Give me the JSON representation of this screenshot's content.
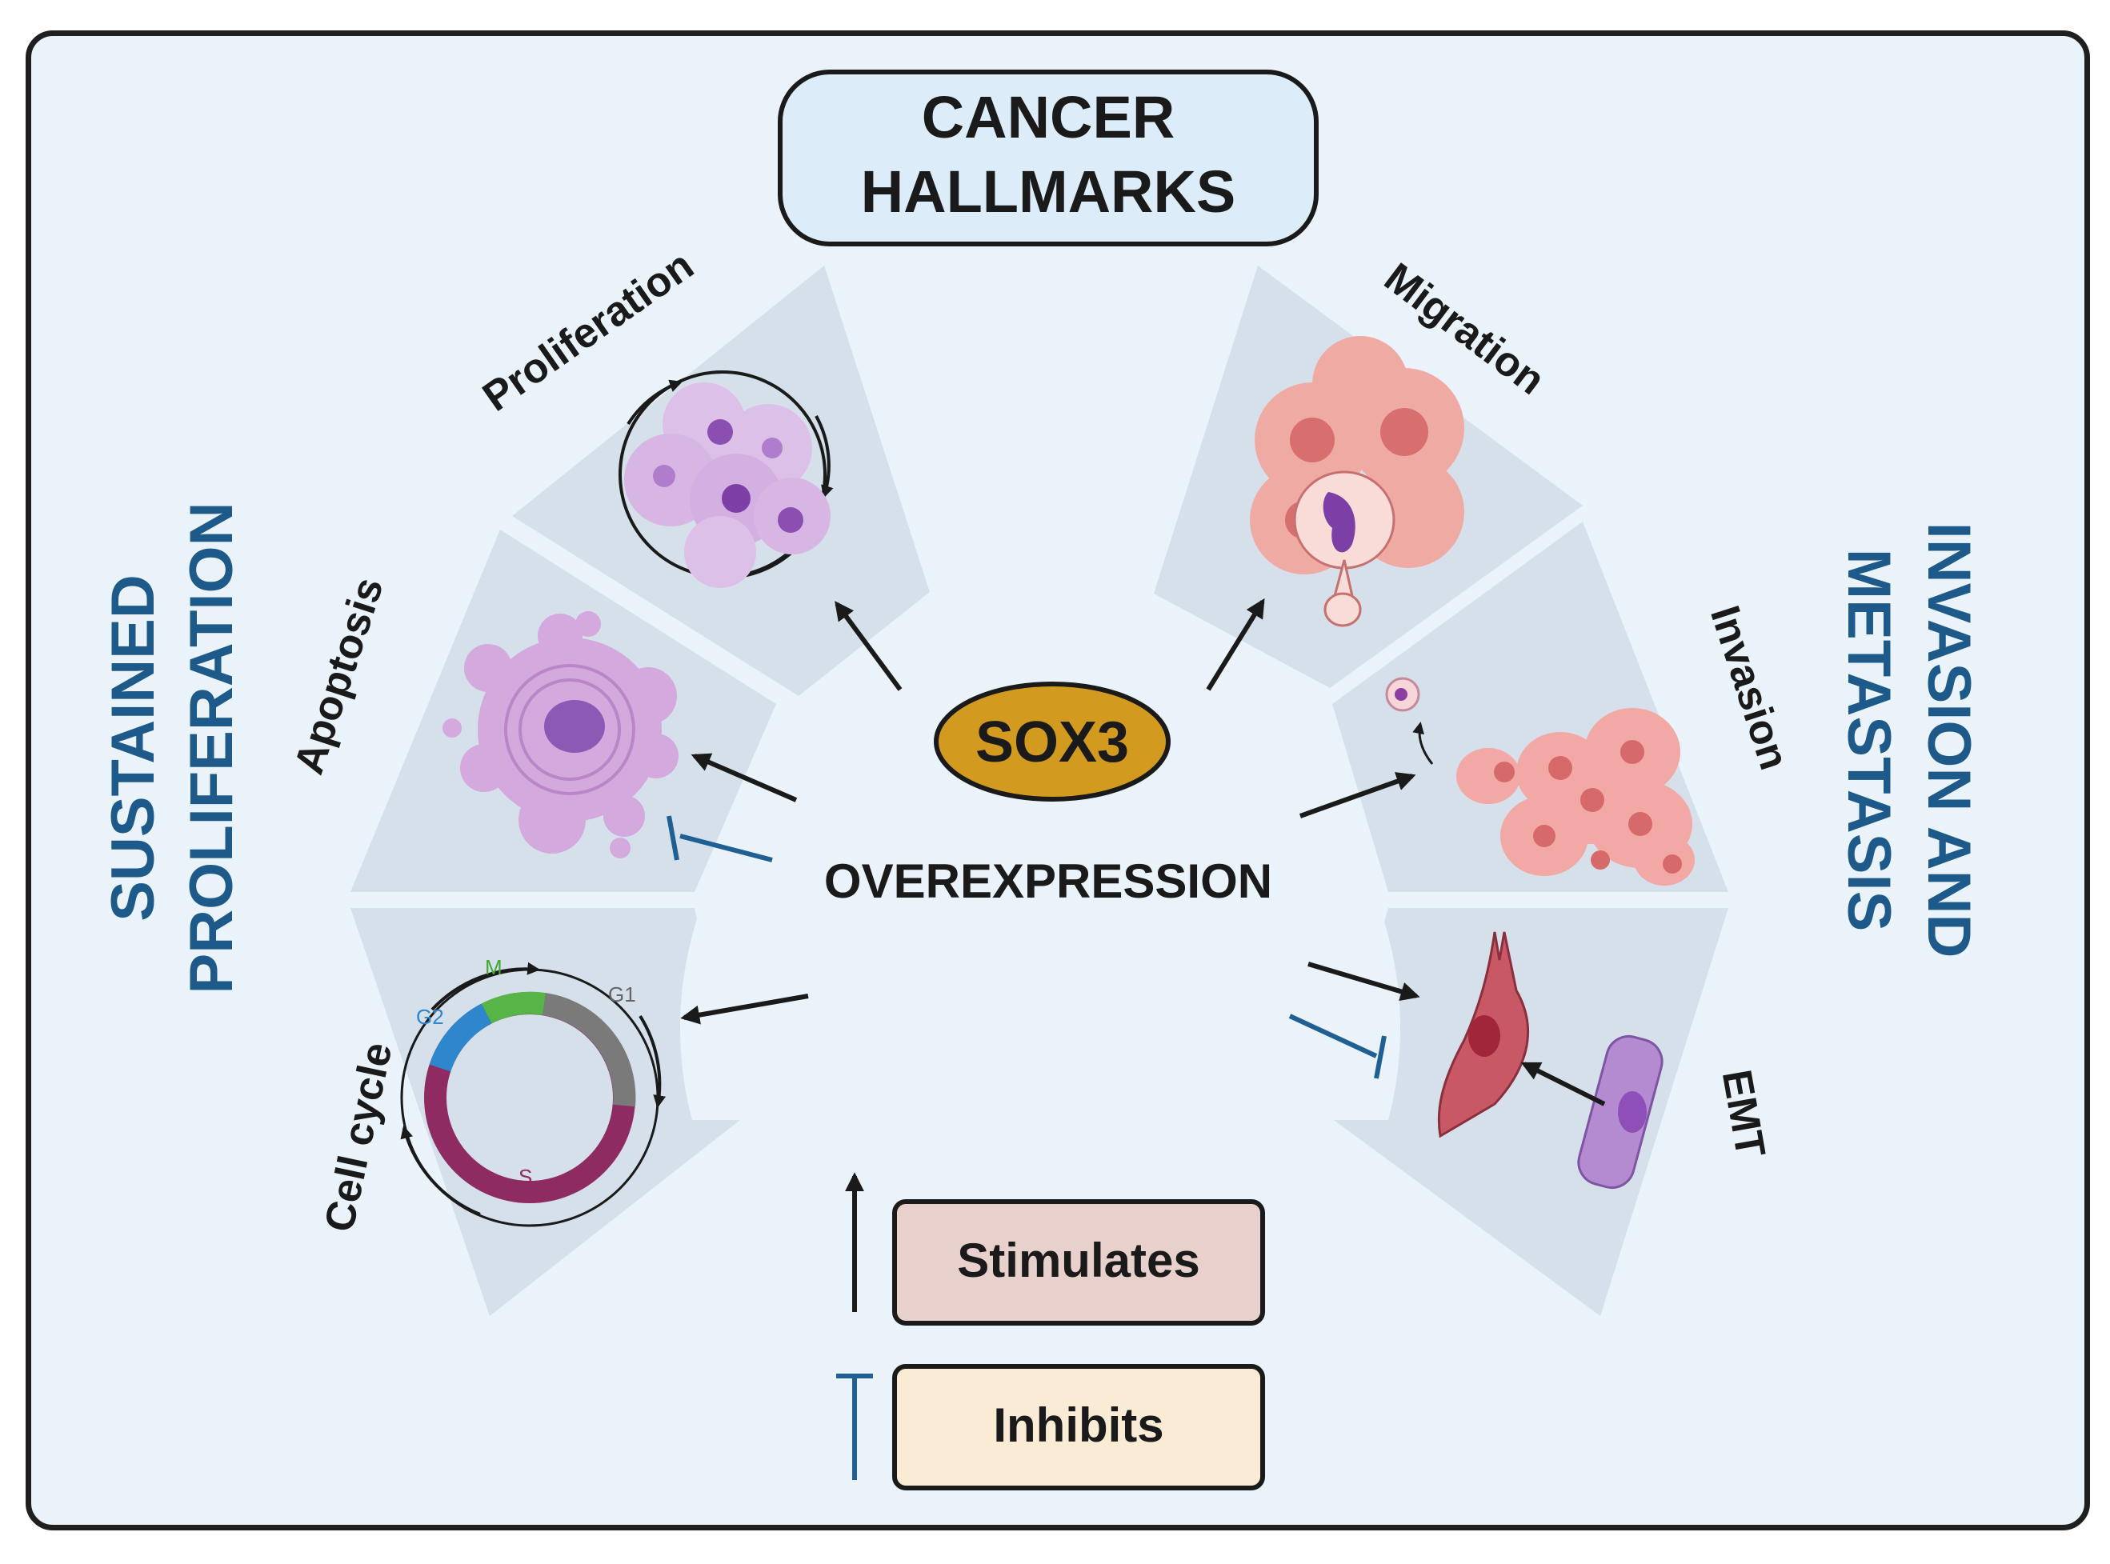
{
  "title": {
    "line1": "CANCER",
    "line2": "HALLMARKS"
  },
  "center": {
    "gene": "SOX3",
    "state": "OVEREXPRESSION"
  },
  "groups": {
    "left": {
      "line1": "SUSTAINED",
      "line2": "PROLIFERATION"
    },
    "right": {
      "line1": "INVASION AND",
      "line2": "METASTASIS"
    }
  },
  "hallmarks": {
    "proliferation": "Proliferation",
    "apoptosis": "Apoptosis",
    "cell_cycle": "Cell cycle",
    "migration": "Migration",
    "invasion": "Invasion",
    "emt": "EMT"
  },
  "cell_cycle_phases": {
    "m": "M",
    "g1": "G1",
    "g2": "G2",
    "s": "S"
  },
  "legend": {
    "stimulates": "Stimulates",
    "inhibits": "Inhibits"
  },
  "colors": {
    "background": "#eaf3fa",
    "sector": "#d5e0ea",
    "group_label": "#1d5a8a",
    "inhibit_line": "#1f5f94",
    "sox3_fill": "#d39a20",
    "stimulates_box": "#e8d0cc",
    "inhibits_box": "#faebd5",
    "title_box": "#dcecf8"
  }
}
